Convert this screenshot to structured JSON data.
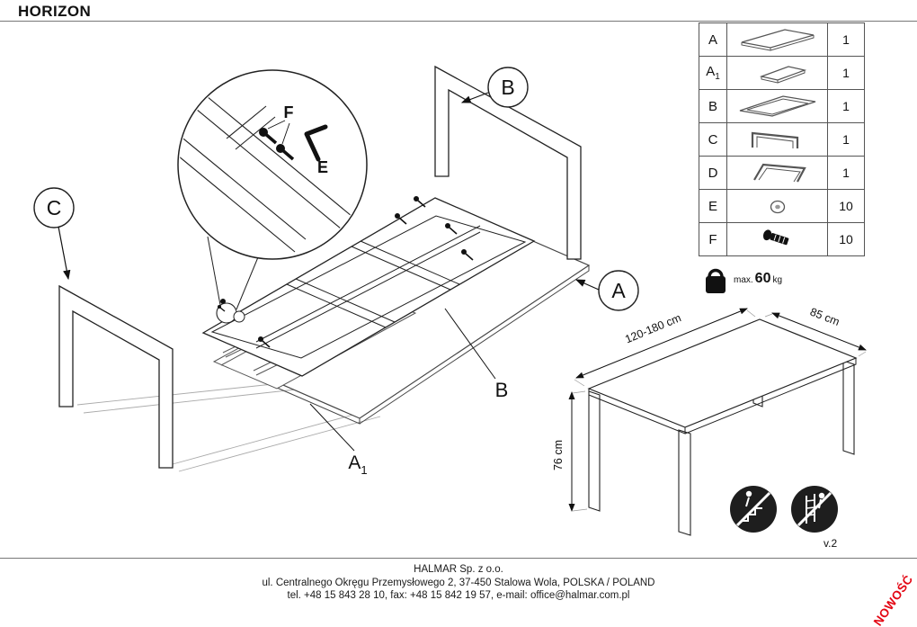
{
  "title": "HORIZON",
  "version_label": "v.2",
  "badge": {
    "text": "NOWOŚĆ",
    "color": "#e30613"
  },
  "parts_table": {
    "rows": [
      {
        "label": "A",
        "sub": "",
        "qty": "1"
      },
      {
        "label": "A",
        "sub": "1",
        "qty": "1"
      },
      {
        "label": "B",
        "sub": "",
        "qty": "1"
      },
      {
        "label": "C",
        "sub": "",
        "qty": "1"
      },
      {
        "label": "D",
        "sub": "",
        "qty": "1"
      },
      {
        "label": "E",
        "sub": "",
        "qty": "10"
      },
      {
        "label": "F",
        "sub": "",
        "qty": "10"
      }
    ]
  },
  "weight_limit": {
    "prefix": "max.",
    "value": "60",
    "unit": "kg"
  },
  "dimensions": {
    "length": "120-180 cm",
    "depth": "85 cm",
    "height": "76 cm"
  },
  "callouts": {
    "a": "A",
    "a1_main": "A",
    "a1_sub": "1",
    "b_top": "B",
    "b_frame": "B",
    "c": "C",
    "e": "E",
    "f": "F"
  },
  "footer": {
    "line1": "HALMAR Sp. z o.o.",
    "line2": "ul. Centralnego Okręgu Przemysłowego 2, 37-450 Stalowa Wola, POLSKA / POLAND",
    "line3": "tel. +48 15 843 28 10, fax: +48 15 842 19 57, e-mail: office@halmar.com.pl"
  }
}
